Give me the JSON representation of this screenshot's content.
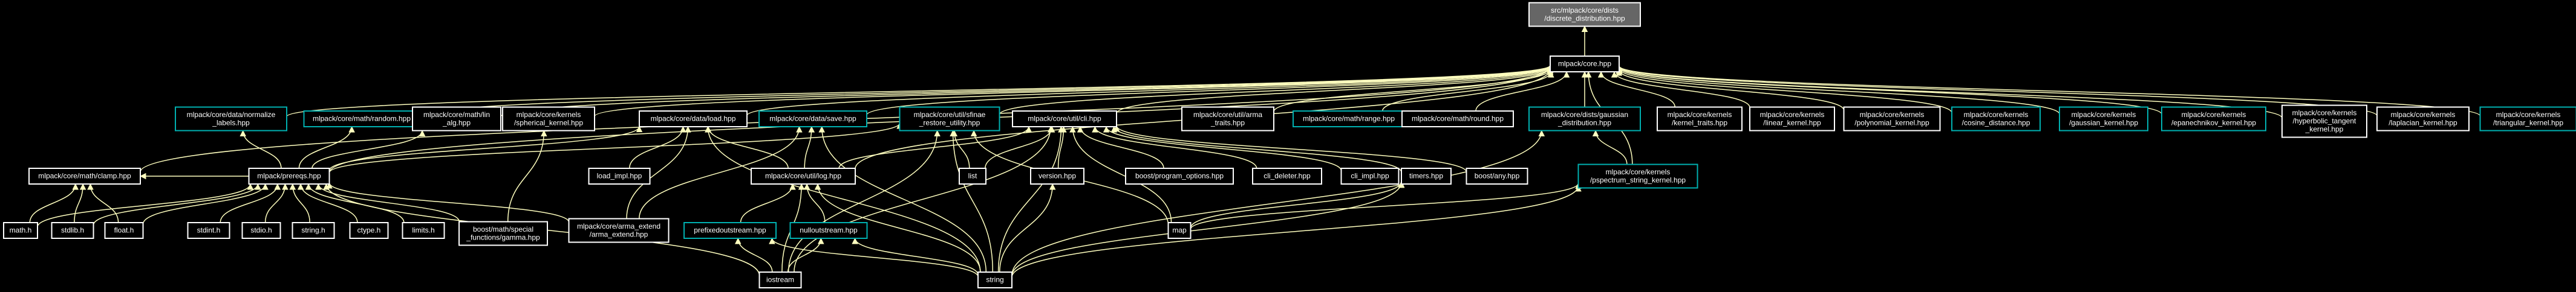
{
  "colors": {
    "background": "#000000",
    "edge": "#ffffbf",
    "node_border_default": "#ffffff",
    "node_border_documented": "#00b0b0",
    "node_fill_root": "#666666",
    "node_fill": "#000000",
    "text": "#ffffff"
  },
  "nodes": [
    {
      "id": "root",
      "lines": [
        "src/mlpack/core/dists",
        "/discrete_distribution.hpp"
      ],
      "style": "root"
    },
    {
      "id": "core_hpp",
      "lines": [
        "mlpack/core.hpp"
      ],
      "style": "plain"
    },
    {
      "id": "clamp",
      "lines": [
        "mlpack/core/math/clamp.hpp"
      ],
      "style": "plain"
    },
    {
      "id": "normalize_labels",
      "lines": [
        "mlpack/core/data/normalize",
        "_labels.hpp"
      ],
      "style": "teal"
    },
    {
      "id": "random",
      "lines": [
        "mlpack/core/math/random.hpp"
      ],
      "style": "teal"
    },
    {
      "id": "lin_alg",
      "lines": [
        "mlpack/core/math/lin",
        "_alg.hpp"
      ],
      "style": "plain"
    },
    {
      "id": "spherical_kernel",
      "lines": [
        "mlpack/core/kernels",
        "/spherical_kernel.hpp"
      ],
      "style": "plain"
    },
    {
      "id": "load",
      "lines": [
        "mlpack/core/data/load.hpp"
      ],
      "style": "plain"
    },
    {
      "id": "save",
      "lines": [
        "mlpack/core/data/save.hpp"
      ],
      "style": "teal"
    },
    {
      "id": "sfinae",
      "lines": [
        "mlpack/core/util/sfinae",
        "_restore_utility.hpp"
      ],
      "style": "teal"
    },
    {
      "id": "cli",
      "lines": [
        "mlpack/core/util/cli.hpp"
      ],
      "style": "plain"
    },
    {
      "id": "arma_traits",
      "lines": [
        "mlpack/core/util/arma",
        "_traits.hpp"
      ],
      "style": "plain"
    },
    {
      "id": "range",
      "lines": [
        "mlpack/core/math/range.hpp"
      ],
      "style": "teal"
    },
    {
      "id": "round",
      "lines": [
        "mlpack/core/math/round.hpp"
      ],
      "style": "plain"
    },
    {
      "id": "gaussian_dist",
      "lines": [
        "mlpack/core/dists/gaussian",
        "_distribution.hpp"
      ],
      "style": "teal"
    },
    {
      "id": "kernel_traits",
      "lines": [
        "mlpack/core/kernels",
        "/kernel_traits.hpp"
      ],
      "style": "plain"
    },
    {
      "id": "linear_kernel",
      "lines": [
        "mlpack/core/kernels",
        "/linear_kernel.hpp"
      ],
      "style": "plain"
    },
    {
      "id": "polynomial_kernel",
      "lines": [
        "mlpack/core/kernels",
        "/polynomial_kernel.hpp"
      ],
      "style": "plain"
    },
    {
      "id": "cosine_distance",
      "lines": [
        "mlpack/core/kernels",
        "/cosine_distance.hpp"
      ],
      "style": "teal"
    },
    {
      "id": "gaussian_kernel",
      "lines": [
        "mlpack/core/kernels",
        "/gaussian_kernel.hpp"
      ],
      "style": "teal"
    },
    {
      "id": "epanechnikov",
      "lines": [
        "mlpack/core/kernels",
        "/epanechnikov_kernel.hpp"
      ],
      "style": "teal"
    },
    {
      "id": "hyperbolic",
      "lines": [
        "mlpack/core/kernels",
        "/hyperbolic_tangent",
        "_kernel.hpp"
      ],
      "style": "plain"
    },
    {
      "id": "laplacian",
      "lines": [
        "mlpack/core/kernels",
        "/laplacian_kernel.hpp"
      ],
      "style": "plain"
    },
    {
      "id": "triangular",
      "lines": [
        "mlpack/core/kernels",
        "/triangular_kernel.hpp"
      ],
      "style": "teal"
    },
    {
      "id": "prereqs",
      "lines": [
        "mlpack/prereqs.hpp"
      ],
      "style": "plain"
    },
    {
      "id": "load_impl",
      "lines": [
        "load_impl.hpp"
      ],
      "style": "plain"
    },
    {
      "id": "log",
      "lines": [
        "mlpack/core/util/log.hpp"
      ],
      "style": "plain"
    },
    {
      "id": "list",
      "lines": [
        "list"
      ],
      "style": "plain"
    },
    {
      "id": "version",
      "lines": [
        "version.hpp"
      ],
      "style": "plain"
    },
    {
      "id": "program_options",
      "lines": [
        "boost/program_options.hpp"
      ],
      "style": "plain"
    },
    {
      "id": "cli_deleter",
      "lines": [
        "cli_deleter.hpp"
      ],
      "style": "plain"
    },
    {
      "id": "cli_impl",
      "lines": [
        "cli_impl.hpp"
      ],
      "style": "plain"
    },
    {
      "id": "timers",
      "lines": [
        "timers.hpp"
      ],
      "style": "plain"
    },
    {
      "id": "boost_any",
      "lines": [
        "boost/any.hpp"
      ],
      "style": "plain"
    },
    {
      "id": "pspectrum",
      "lines": [
        "mlpack/core/kernels",
        "/pspectrum_string_kernel.hpp"
      ],
      "style": "teal"
    },
    {
      "id": "math_h",
      "lines": [
        "math.h"
      ],
      "style": "plain"
    },
    {
      "id": "stdlib_h",
      "lines": [
        "stdlib.h"
      ],
      "style": "plain"
    },
    {
      "id": "float_h",
      "lines": [
        "float.h"
      ],
      "style": "plain"
    },
    {
      "id": "stdint_h",
      "lines": [
        "stdint.h"
      ],
      "style": "plain"
    },
    {
      "id": "stdio_h",
      "lines": [
        "stdio.h"
      ],
      "style": "plain"
    },
    {
      "id": "string_h",
      "lines": [
        "string.h"
      ],
      "style": "plain"
    },
    {
      "id": "ctype_h",
      "lines": [
        "ctype.h"
      ],
      "style": "plain"
    },
    {
      "id": "limits_h",
      "lines": [
        "limits.h"
      ],
      "style": "plain"
    },
    {
      "id": "gamma",
      "lines": [
        "boost/math/special",
        "_functions/gamma.hpp"
      ],
      "style": "plain"
    },
    {
      "id": "arma_extend",
      "lines": [
        "mlpack/core/arma_extend",
        "/arma_extend.hpp"
      ],
      "style": "plain"
    },
    {
      "id": "prefixedoutstream",
      "lines": [
        "prefixedoutstream.hpp"
      ],
      "style": "teal"
    },
    {
      "id": "nulloutstream",
      "lines": [
        "nulloutstream.hpp"
      ],
      "style": "teal"
    },
    {
      "id": "map",
      "lines": [
        "map"
      ],
      "style": "plain"
    },
    {
      "id": "iostream",
      "lines": [
        "iostream"
      ],
      "style": "plain"
    },
    {
      "id": "string",
      "lines": [
        "string"
      ],
      "style": "plain"
    }
  ],
  "edges": [
    [
      "root",
      "core_hpp"
    ],
    [
      "core_hpp",
      "clamp"
    ],
    [
      "core_hpp",
      "normalize_labels"
    ],
    [
      "core_hpp",
      "random"
    ],
    [
      "core_hpp",
      "lin_alg"
    ],
    [
      "core_hpp",
      "spherical_kernel"
    ],
    [
      "core_hpp",
      "load"
    ],
    [
      "core_hpp",
      "save"
    ],
    [
      "core_hpp",
      "sfinae"
    ],
    [
      "core_hpp",
      "cli"
    ],
    [
      "core_hpp",
      "arma_traits"
    ],
    [
      "core_hpp",
      "range"
    ],
    [
      "core_hpp",
      "round"
    ],
    [
      "core_hpp",
      "gaussian_dist"
    ],
    [
      "core_hpp",
      "kernel_traits"
    ],
    [
      "core_hpp",
      "linear_kernel"
    ],
    [
      "core_hpp",
      "polynomial_kernel"
    ],
    [
      "core_hpp",
      "cosine_distance"
    ],
    [
      "core_hpp",
      "gaussian_kernel"
    ],
    [
      "core_hpp",
      "epanechnikov"
    ],
    [
      "core_hpp",
      "hyperbolic"
    ],
    [
      "core_hpp",
      "laplacian"
    ],
    [
      "core_hpp",
      "triangular"
    ],
    [
      "core_hpp",
      "prereqs"
    ],
    [
      "core_hpp",
      "log"
    ],
    [
      "core_hpp",
      "pspectrum"
    ],
    [
      "clamp",
      "math_h"
    ],
    [
      "clamp",
      "stdlib_h"
    ],
    [
      "clamp",
      "float_h"
    ],
    [
      "clamp",
      "prereqs"
    ],
    [
      "normalize_labels",
      "prereqs"
    ],
    [
      "random",
      "prereqs"
    ],
    [
      "lin_alg",
      "prereqs"
    ],
    [
      "spherical_kernel",
      "gamma"
    ],
    [
      "load",
      "load_impl"
    ],
    [
      "load",
      "log"
    ],
    [
      "load",
      "arma_extend"
    ],
    [
      "load",
      "string"
    ],
    [
      "load",
      "prereqs"
    ],
    [
      "save",
      "log"
    ],
    [
      "save",
      "string"
    ],
    [
      "save",
      "arma_extend"
    ],
    [
      "sfinae",
      "list"
    ],
    [
      "sfinae",
      "map"
    ],
    [
      "sfinae",
      "string"
    ],
    [
      "sfinae",
      "prereqs"
    ],
    [
      "sfinae",
      "iostream"
    ],
    [
      "cli",
      "version"
    ],
    [
      "cli",
      "program_options"
    ],
    [
      "cli",
      "cli_deleter"
    ],
    [
      "cli",
      "cli_impl"
    ],
    [
      "cli",
      "timers"
    ],
    [
      "cli",
      "boost_any"
    ],
    [
      "cli",
      "map"
    ],
    [
      "cli",
      "list"
    ],
    [
      "cli",
      "iostream"
    ],
    [
      "cli",
      "string"
    ],
    [
      "cli",
      "log"
    ],
    [
      "gaussian_dist",
      "pspectrum"
    ],
    [
      "gaussian_dist",
      "string"
    ],
    [
      "pspectrum",
      "map"
    ],
    [
      "pspectrum",
      "string"
    ],
    [
      "prereqs",
      "math_h"
    ],
    [
      "prereqs",
      "stdlib_h"
    ],
    [
      "prereqs",
      "float_h"
    ],
    [
      "prereqs",
      "stdint_h"
    ],
    [
      "prereqs",
      "stdio_h"
    ],
    [
      "prereqs",
      "string_h"
    ],
    [
      "prereqs",
      "ctype_h"
    ],
    [
      "prereqs",
      "limits_h"
    ],
    [
      "prereqs",
      "gamma"
    ],
    [
      "prereqs",
      "arma_extend"
    ],
    [
      "prereqs",
      "iostream"
    ],
    [
      "log",
      "prefixedoutstream"
    ],
    [
      "log",
      "nulloutstream"
    ],
    [
      "log",
      "string"
    ],
    [
      "log",
      "iostream"
    ],
    [
      "prefixedoutstream",
      "iostream"
    ],
    [
      "prefixedoutstream",
      "string"
    ],
    [
      "nulloutstream",
      "iostream"
    ],
    [
      "nulloutstream",
      "string"
    ],
    [
      "version",
      "string"
    ],
    [
      "timers",
      "map"
    ],
    [
      "timers",
      "string"
    ]
  ]
}
